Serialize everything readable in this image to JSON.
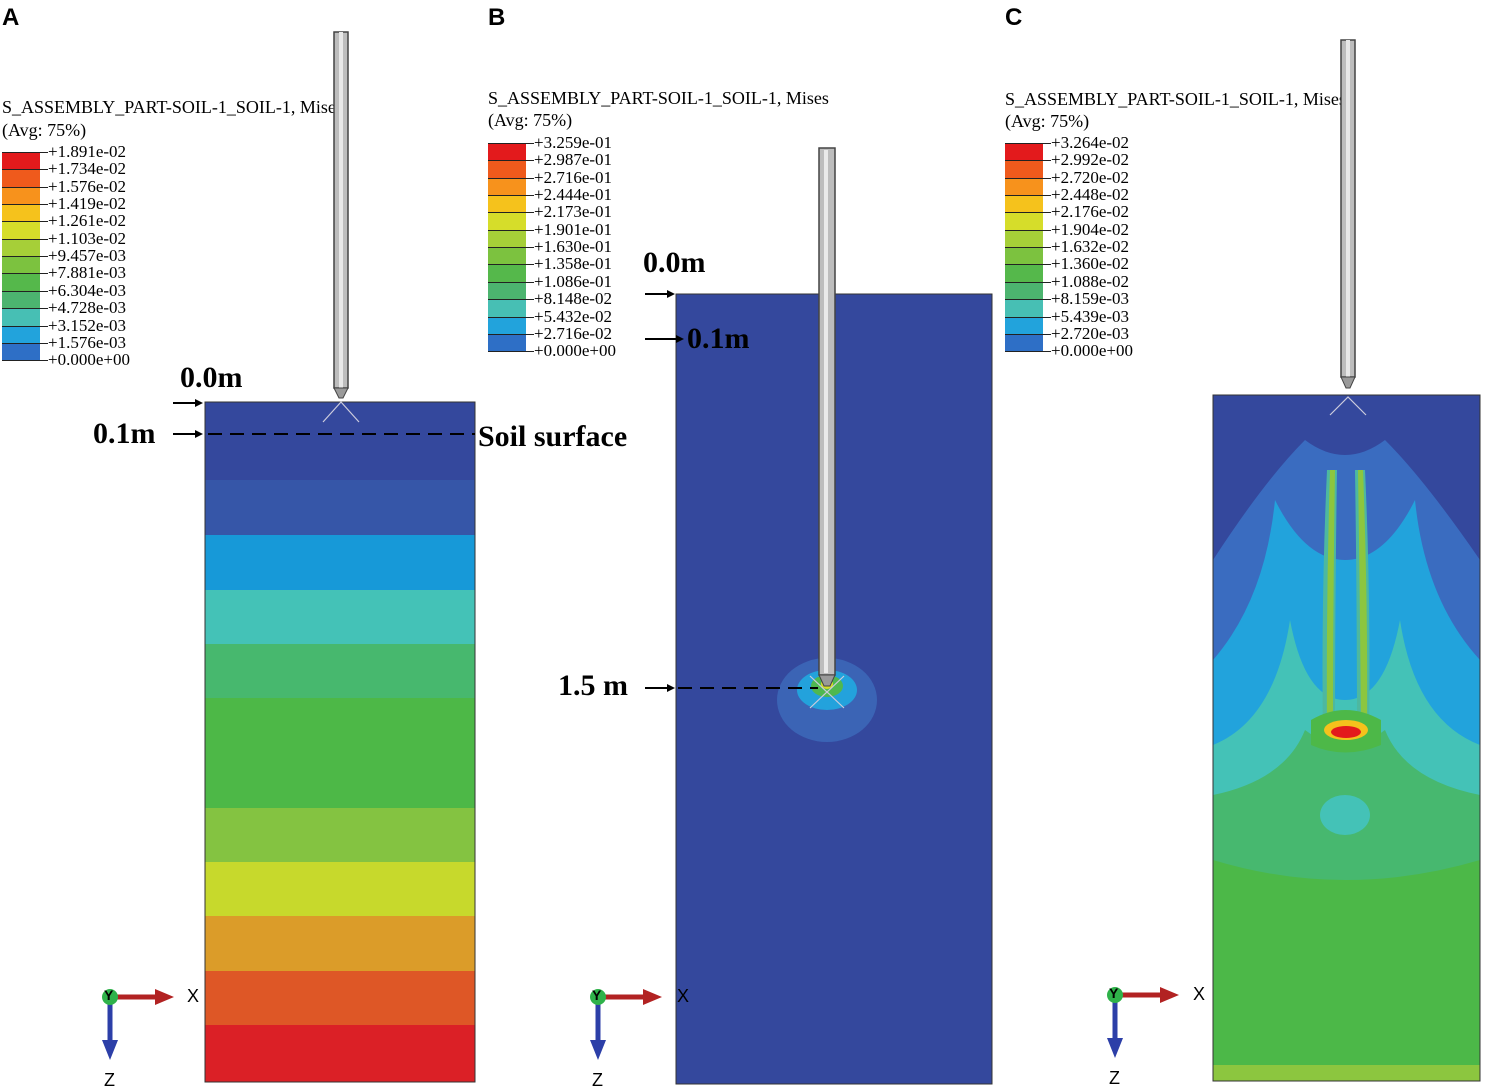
{
  "panels": [
    {
      "id": "A",
      "letter": "A",
      "title": "S_ASSEMBLY_PART-SOIL-1_SOIL-1, Mises",
      "subtitle": "(Avg: 75%)",
      "legend": [
        "+1.891e-02",
        "+1.734e-02",
        "+1.576e-02",
        "+1.419e-02",
        "+1.261e-02",
        "+1.103e-02",
        "+9.457e-03",
        "+7.881e-03",
        "+6.304e-03",
        "+4.728e-03",
        "+3.152e-03",
        "+1.576e-03",
        "+0.000e+00"
      ],
      "annotations": {
        "top": "0.0m",
        "depth": "0.1m",
        "surface": "Soil surface"
      },
      "axes": {
        "x": "X",
        "y": "Y",
        "z": "Z"
      }
    },
    {
      "id": "B",
      "letter": "B",
      "title": "S_ASSEMBLY_PART-SOIL-1_SOIL-1, Mises",
      "subtitle": "(Avg: 75%)",
      "legend": [
        "+3.259e-01",
        "+2.987e-01",
        "+2.716e-01",
        "+2.444e-01",
        "+2.173e-01",
        "+1.901e-01",
        "+1.630e-01",
        "+1.358e-01",
        "+1.086e-01",
        "+8.148e-02",
        "+5.432e-02",
        "+2.716e-02",
        "+0.000e+00"
      ],
      "annotations": {
        "top": "0.0m",
        "depth": "0.1m",
        "tip": "1.5 m"
      },
      "axes": {
        "x": "X",
        "y": "Y",
        "z": "Z"
      }
    },
    {
      "id": "C",
      "letter": "C",
      "title": "S_ASSEMBLY_PART-SOIL-1_SOIL-1, Mises",
      "subtitle": "(Avg: 75%)",
      "legend": [
        "+3.264e-02",
        "+2.992e-02",
        "+2.720e-02",
        "+2.448e-02",
        "+2.176e-02",
        "+1.904e-02",
        "+1.632e-02",
        "+1.360e-02",
        "+1.088e-02",
        "+8.159e-03",
        "+5.439e-03",
        "+2.720e-03",
        "+0.000e+00"
      ],
      "axes": {
        "x": "X",
        "y": "Y",
        "z": "Z"
      }
    }
  ],
  "colors": {
    "legend_bands": [
      "#e31a1c",
      "#ef5a1c",
      "#f7921c",
      "#f5c21c",
      "#d6dd2a",
      "#a6cf38",
      "#7cc23f",
      "#55b84b",
      "#4cb46f",
      "#47bfb4",
      "#22a3dc",
      "#2e6fc6",
      "#3349a3"
    ],
    "soil_base": "#34489d",
    "indenter": "#b8b8b8"
  }
}
